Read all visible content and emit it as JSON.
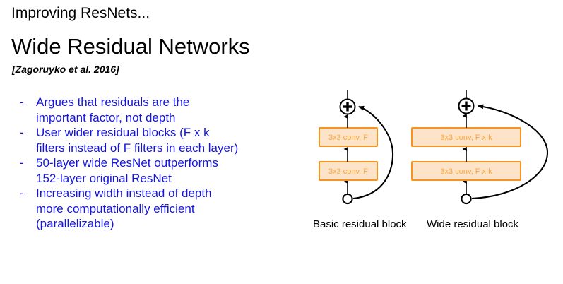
{
  "slide": {
    "header": "Improving ResNets...",
    "title": "Wide Residual Networks",
    "citation": "[Zagoruyko et al. 2016]",
    "bullet_marker": "-",
    "text_color": "#1414e0",
    "bullets": [
      "Argues that residuals are the\nimportant factor, not depth",
      "User wider residual blocks (F x k\nfilters instead of F filters in each layer)",
      "50-layer wide ResNet outperforms\n152-layer original ResNet",
      "Increasing width instead of depth\nmore computationally efficient\n(parallelizable)"
    ]
  },
  "diagrams": {
    "box_fill": "#fde4c8",
    "box_border": "#f79321",
    "box_text_color": "#f9a73e",
    "basic": {
      "caption": "Basic residual block",
      "blocks": [
        {
          "label": "3x3 conv, F"
        },
        {
          "label": "3x3 conv, F"
        }
      ],
      "sum_node": "+",
      "split_node": "o"
    },
    "wide": {
      "caption": "Wide residual block",
      "blocks": [
        {
          "label": "3x3 conv, F x k"
        },
        {
          "label": "3x3 conv, F x k"
        }
      ],
      "sum_node": "+",
      "split_node": "o"
    }
  }
}
